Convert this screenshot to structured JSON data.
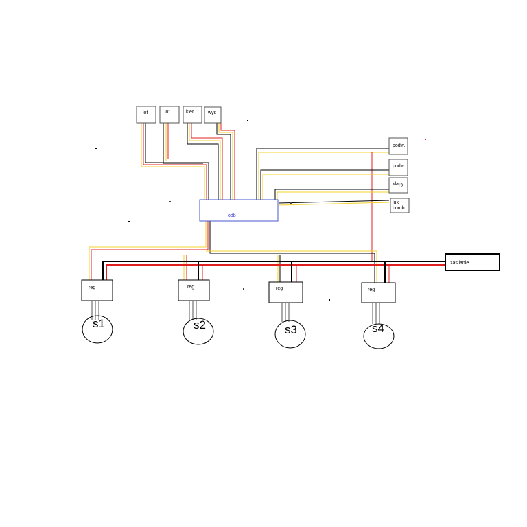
{
  "inputs": [
    {
      "id": "lot1",
      "label": "lot"
    },
    {
      "id": "lot2",
      "label": "lot"
    },
    {
      "id": "kier",
      "label": "kier"
    },
    {
      "id": "wys",
      "label": "wys"
    }
  ],
  "controller": {
    "label": "odb"
  },
  "outputs": [
    {
      "id": "podw1",
      "label": "podw."
    },
    {
      "id": "podw2",
      "label": "podw"
    },
    {
      "id": "klapy",
      "label": "klapy"
    },
    {
      "id": "luk",
      "label_line1": "luk",
      "label_line2": "bomb."
    }
  ],
  "power": {
    "label": "zasilanie"
  },
  "regulators": [
    {
      "id": "reg1",
      "label": "reg",
      "motor": "s1"
    },
    {
      "id": "reg2",
      "label": "reg",
      "motor": "s2"
    },
    {
      "id": "reg3",
      "label": "reg",
      "motor": "s3"
    },
    {
      "id": "reg4",
      "label": "reg",
      "motor": "s4"
    }
  ],
  "colors": {
    "signal": "#f5d22a",
    "live": "#e02020",
    "ground": "#000000",
    "ground_alt": "#333333",
    "box_border": "#555555",
    "controller_border": "#4a5ad0",
    "controller_text": "#3b3bd6"
  }
}
